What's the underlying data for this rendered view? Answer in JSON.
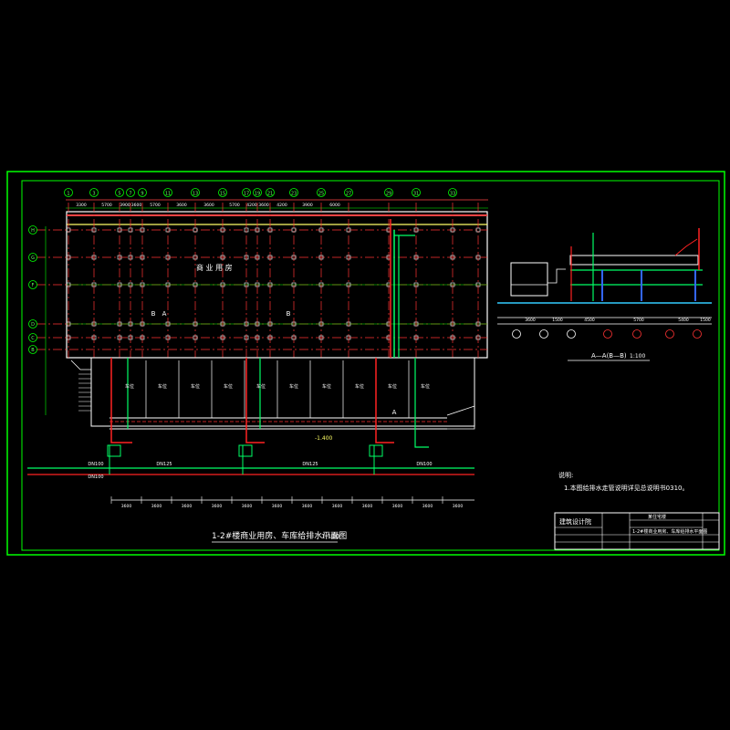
{
  "plan": {
    "area_label": "商  业  用  房",
    "title": "1-2#楼商业用房、车库给排水平面图",
    "scale": "1:100",
    "axis_numbers_top": [
      "1",
      "3",
      "5",
      "7",
      "9",
      "11",
      "13",
      "15",
      "17",
      "19",
      "21",
      "23",
      "25",
      "27",
      "29",
      "31",
      "33"
    ],
    "axis_letters_left": [
      "H",
      "G",
      "F",
      "D",
      "C",
      "B"
    ],
    "dims_top": [
      "3300",
      "5700",
      "3900",
      "3600",
      "5700",
      "3600",
      "3600",
      "5700",
      "4200",
      "3600",
      "4200",
      "3900",
      "6000"
    ],
    "dims_bottom": [
      "3600",
      "3600",
      "3600",
      "3600",
      "3600",
      "3600",
      "3600",
      "3600",
      "3600",
      "3600",
      "3600",
      "3600"
    ],
    "pipe_labels": [
      "DN100",
      "DN125",
      "DN125",
      "DN100",
      "DN100"
    ],
    "parking_label": "车位",
    "section_marks": [
      "B",
      "B",
      "A",
      "A"
    ],
    "elev_label": "-1.400"
  },
  "section": {
    "title": "A—A(B—B)",
    "scale": "1:100",
    "dims": [
      "3600",
      "1500",
      "4500",
      "5700",
      "5400",
      "1500"
    ]
  },
  "notes": {
    "heading": "说明:",
    "line1": "1.本图给排水走管说明详见总说明书0310。"
  },
  "title_block": {
    "company": "建筑设计院",
    "project": "某住宅楼",
    "drawing_title": "1-2#楼商业用房、车库给排水平面图"
  },
  "colors": {
    "frame": "#00ff00",
    "grid": "#ff3333",
    "pipe": "#00ff66",
    "wall": "#ffffff",
    "water": "#33ccff"
  }
}
